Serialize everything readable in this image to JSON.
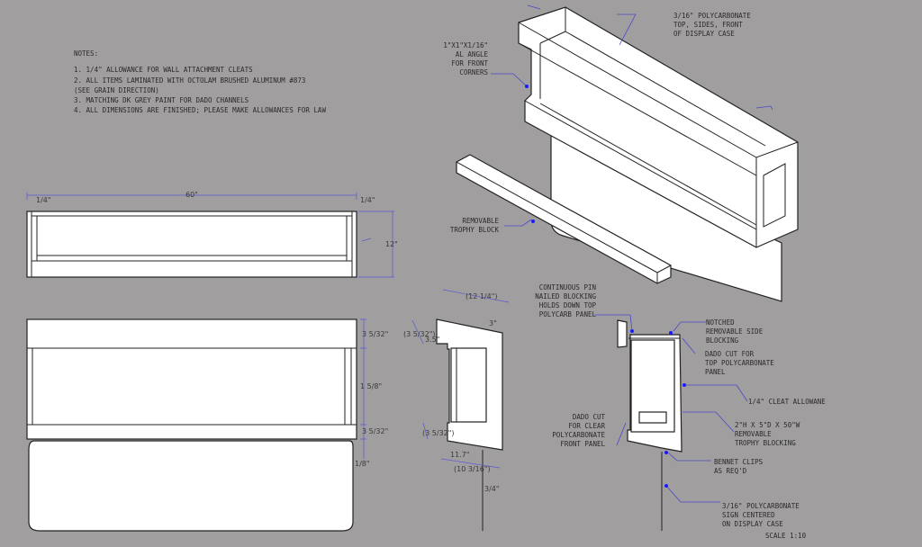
{
  "notes": {
    "title": "NOTES:",
    "lines": [
      "1. 1/4\" ALLOWANCE FOR WALL ATTACHMENT CLEATS",
      "2. ALL ITEMS LAMINATED WITH OCTOLAM BRUSHED ALUMINUM #873",
      "(SEE GRAIN DIRECTION)",
      "3. MATCHING DK GREY PAINT FOR DADO CHANNELS",
      "4. ALL DIMENSIONS ARE FINISHED; PLEASE MAKE ALLOWANCES FOR LAW"
    ]
  },
  "iso_labels": {
    "polycarbonate_case": [
      "3/16\" POLYCARBONATE",
      "TOP, SIDES, FRONT",
      "OF DISPLAY CASE"
    ],
    "al_angle": [
      "1\"X1\"X1/16\"",
      "AL ANGLE",
      "FOR FRONT",
      "CORNERS"
    ],
    "trophy_block": [
      "REMOVABLE",
      "TROPHY BLOCK"
    ]
  },
  "front_view_dims": {
    "width": "60\"",
    "left_end": "1/4\"",
    "right_end": "1/4\"",
    "height": "12\""
  },
  "top_view_dims": {
    "top": "3 5/32\"",
    "middle": "1 5/8\"",
    "bottom": "3 5/32\"",
    "lip": "1/8\""
  },
  "section_a_dims": {
    "top_depth": "(12 1/4\")",
    "top_lip": "3\"",
    "upper_left": "(3 5/32\")",
    "upper_inner": "3.5\"",
    "lower_left": "(3 5/32\")",
    "bottom_inner": "11.7\"",
    "bottom_depth": "(10 3/16\")",
    "sign": "3/4\""
  },
  "section_b_labels": {
    "pin_blocking": [
      "CONTINUOUS PIN",
      "NAILED BLOCKING",
      "HOLDS DOWN TOP",
      "POLYCARB PANEL"
    ],
    "side_blocking": [
      "NOTCHED",
      "REMOVABLE SIDE",
      "BLOCKING"
    ],
    "dado_top": [
      "DADO CUT FOR",
      "TOP POLYCARBONATE",
      "PANEL"
    ],
    "cleat": [
      "1/4\" CLEAT ALLOWANE"
    ],
    "trophy_blocking": [
      "2\"H X 5\"D X 50\"W",
      "REMOVABLE",
      "TROPHY BLOCKING"
    ],
    "dado_front": [
      "DADO CUT",
      "FOR CLEAR",
      "POLYCARBONATE",
      "FRONT PANEL"
    ],
    "bennet": [
      "BENNET CLIPS",
      "AS REQ'D"
    ],
    "sign": [
      "3/16\" POLYCARBONATE",
      "SIGN CENTERED",
      "ON DISPLAY CASE"
    ]
  },
  "scale": "SCALE 1:10"
}
